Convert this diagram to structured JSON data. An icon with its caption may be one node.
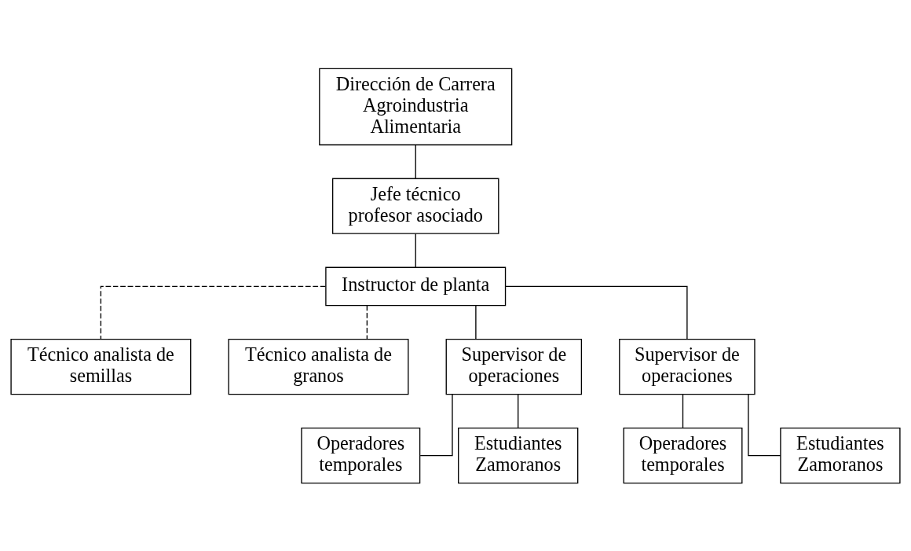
{
  "diagram": {
    "nodes": [
      {
        "text": [
          "Dirección de Carrera Agroindustria Alimentaria"
        ]
      },
      {
        "text": [
          "Jefe técnico profesor asociado"
        ]
      },
      {
        "text": [
          "Instructor de planta"
        ]
      },
      {
        "text": [
          "Técnico analista de semillas"
        ]
      },
      {
        "text": [
          "Técnico analista de granos"
        ]
      },
      {
        "text": [
          "Supervisor de operaciones"
        ]
      },
      {
        "text": [
          "Supervisor de operaciones"
        ]
      },
      {
        "text": [
          "Operadores temporales"
        ]
      },
      {
        "text": [
          "Estudiantes Zamoranos"
        ]
      },
      {
        "text": [
          "Operadores temporales"
        ]
      },
      {
        "text": [
          "Estudiantes Zamoranos"
        ]
      }
    ],
    "edges": [
      {
        "from": 0,
        "to": 1,
        "arrow": "none"
      },
      {
        "from": 1,
        "to": 2,
        "arrow": "none"
      },
      {
        "from": 2,
        "to": 3,
        "arrow": "none",
        "style": "dashed"
      },
      {
        "from": 2,
        "to": 4,
        "arrow": "none",
        "style": "dashed"
      },
      {
        "from": 2,
        "to": 5,
        "arrow": "none"
      },
      {
        "from": 2,
        "to": 6,
        "arrow": "none"
      },
      {
        "from": 5,
        "to": 7,
        "arrow": "none"
      },
      {
        "from": 5,
        "to": 8,
        "arrow": "none"
      },
      {
        "from": 6,
        "to": 9,
        "arrow": "none"
      },
      {
        "from": 6,
        "to": 10,
        "arrow": "none"
      }
    ]
  }
}
